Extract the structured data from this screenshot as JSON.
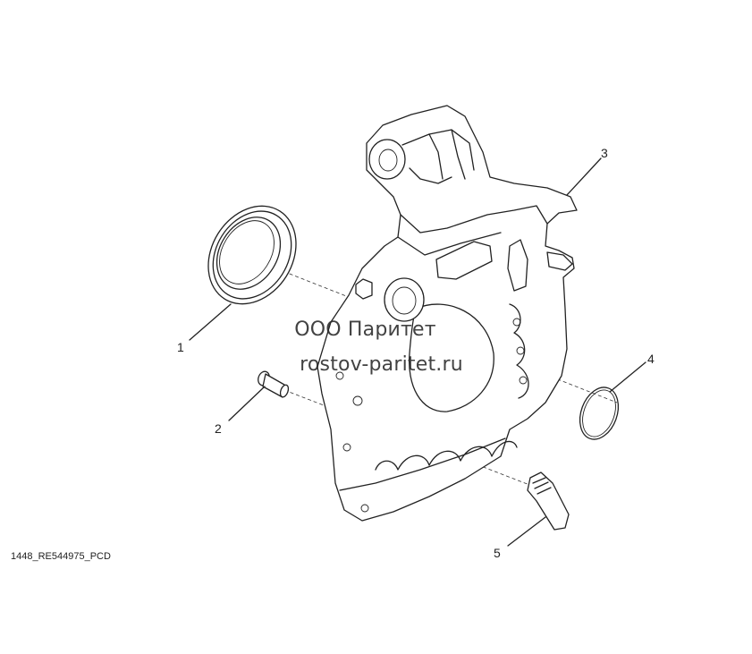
{
  "diagram": {
    "drawing_id": "1448_RE544975_PCD",
    "callouts": [
      {
        "id": "1",
        "label": "1"
      },
      {
        "id": "2",
        "label": "2"
      },
      {
        "id": "3",
        "label": "3"
      },
      {
        "id": "4",
        "label": "4"
      },
      {
        "id": "5",
        "label": "5"
      }
    ],
    "watermark": {
      "line1": "ООО Паритет",
      "line2": "rostov-paritet.ru"
    }
  }
}
